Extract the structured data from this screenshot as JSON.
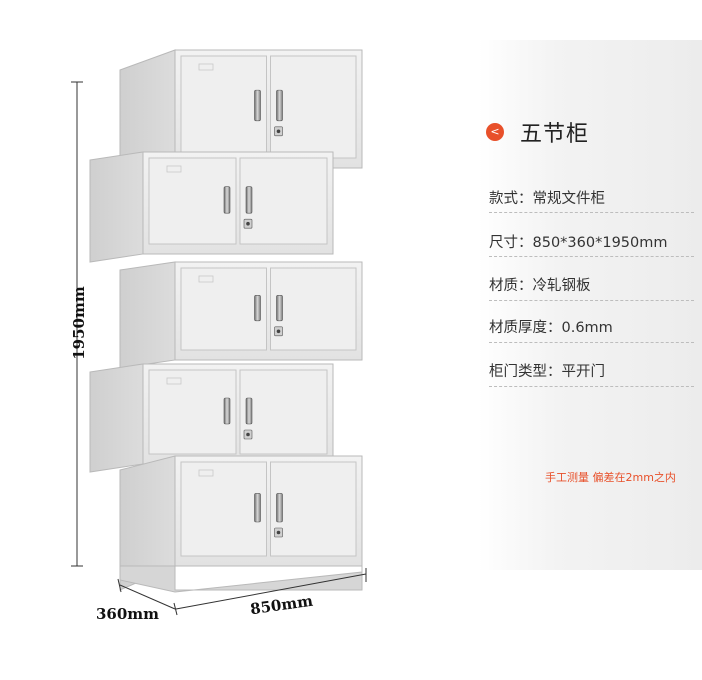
{
  "product": {
    "badge": "<",
    "title": "五节柜"
  },
  "specs": [
    {
      "text": "款式：常规文件柜"
    },
    {
      "text": "尺寸：850*360*1950mm"
    },
    {
      "text": "材质：冷轧钢板"
    },
    {
      "text": "材质厚度：0.6mm"
    },
    {
      "text": "柜门类型：平开门"
    }
  ],
  "note": "手工测量 偏差在2mm之内",
  "dimensions": {
    "height": "1950mm",
    "depth": "360mm",
    "width": "850mm"
  },
  "colors": {
    "accent": "#e8502a",
    "cabinet_front": "#ececec",
    "cabinet_side": "#d4d4d4"
  }
}
